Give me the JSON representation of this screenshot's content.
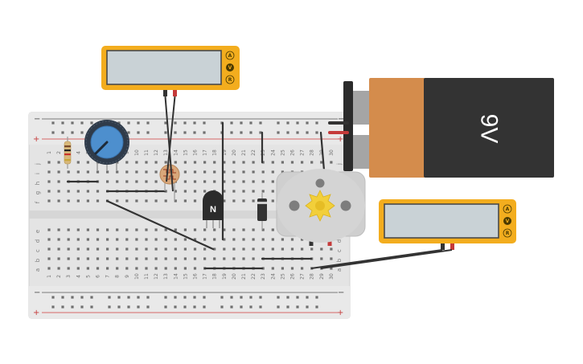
{
  "breadboard": {
    "column_numbers": [
      "1",
      "2",
      "3",
      "4",
      "5",
      "6",
      "7",
      "8",
      "9",
      "10",
      "11",
      "12",
      "13",
      "14",
      "15",
      "16",
      "17",
      "18",
      "19",
      "20",
      "21",
      "22",
      "23",
      "24",
      "25",
      "26",
      "27",
      "28",
      "29",
      "30"
    ],
    "rows_top": [
      "j",
      "i",
      "h",
      "g",
      "f"
    ],
    "rows_bottom": [
      "e",
      "d",
      "c",
      "b",
      "a"
    ],
    "rail_plus": "+",
    "rail_minus": "−"
  },
  "battery": {
    "label": "9V"
  },
  "multimeter_1": {
    "buttons": [
      "A",
      "V",
      "R"
    ]
  },
  "multimeter_2": {
    "buttons": [
      "A",
      "V",
      "R"
    ]
  },
  "transistor": {
    "label": "N"
  },
  "colors": {
    "multimeter_body": "#f3ad1e",
    "multimeter_screen": "#c9d2d6",
    "battery_copper": "#d48c4c",
    "battery_body": "#333333",
    "breadboard": "#e6e6e6",
    "rail_red": "#d23b3b",
    "potentiometer": "#4d8fce",
    "motor": "#cfcfcf",
    "wire": "#333333"
  }
}
